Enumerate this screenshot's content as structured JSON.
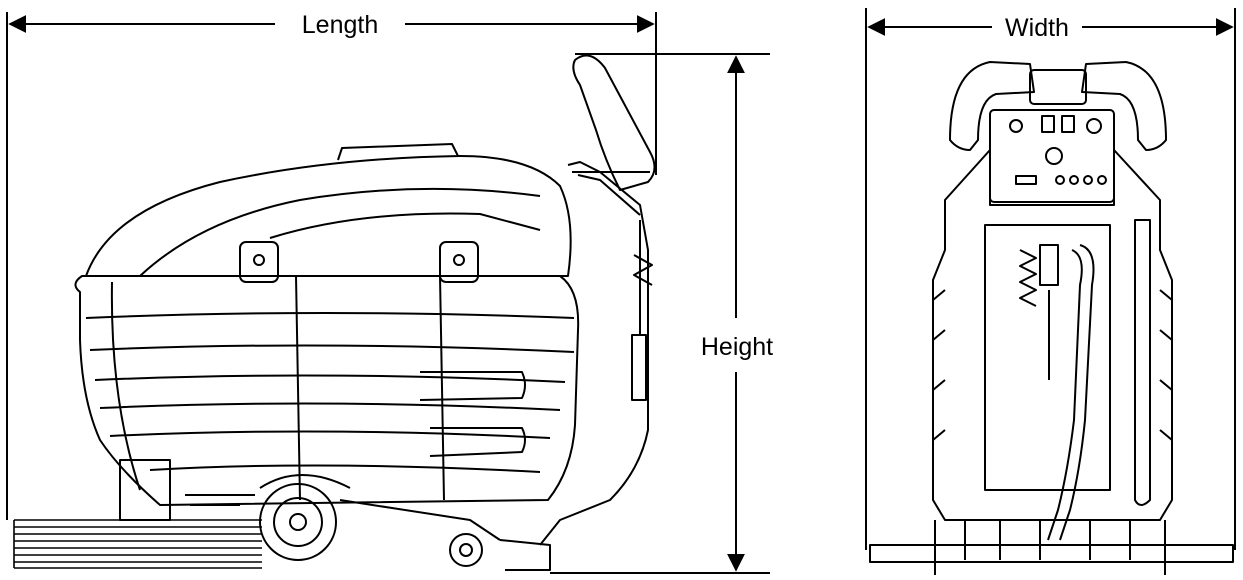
{
  "diagram": {
    "labels": {
      "length": "Length",
      "height": "Height",
      "width": "Width"
    },
    "colors": {
      "line": "#000000",
      "background": "#ffffff"
    },
    "views": [
      "side-view",
      "rear-view"
    ]
  }
}
